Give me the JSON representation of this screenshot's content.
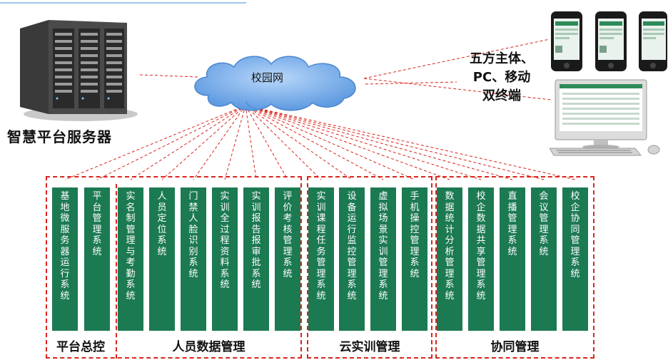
{
  "server_label": "智慧平台服务器",
  "cloud_label": "校园网",
  "clients_label": [
    "五方主体、",
    "PC、移动",
    "双终端"
  ],
  "groups": [
    {
      "label": "平台总控",
      "systems": [
        "基地微服务器运行系统",
        "平台管理系统"
      ]
    },
    {
      "label": "人员数据管理",
      "systems": [
        "实名制管理与考勤系统",
        "人员定位系统",
        "门禁人脸识别系统",
        "实训全过程资料系统",
        "实训报告报审批系统",
        "评价考核管理系统"
      ]
    },
    {
      "label": "云实训管理",
      "systems": [
        "实训课程任务管理系统",
        "设备运行监控管理系统",
        "虚拟场景实训管理系统",
        "手机操控管理系统"
      ]
    },
    {
      "label": "协同管理",
      "systems": [
        "数据统计分析管理系统",
        "校企数据共享管理系统",
        "直播管理系统",
        "会议管理系统",
        "校企协同管理系统"
      ]
    }
  ],
  "colors": {
    "bar": "#1c7a52",
    "dashed": "#d9261c",
    "cloud": "#6fa8e6"
  },
  "icons": [
    "server-rack-icon",
    "cloud-icon",
    "smartphone-icon",
    "desktop-computer-icon"
  ]
}
